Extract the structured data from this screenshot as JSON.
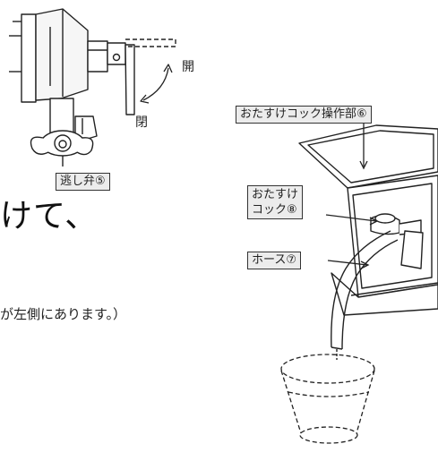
{
  "labels": {
    "open": "開",
    "closed": "閉",
    "relief_valve": "逃し弁⑤",
    "cock_panel": "おたすけコック操作部⑥",
    "cock_line1": "おたすけ",
    "cock_line2": "コック⑧",
    "hose": "ホース⑦"
  },
  "text": {
    "heading_fragment": "けて、",
    "note_fragment": "が左側にあります。）"
  }
}
